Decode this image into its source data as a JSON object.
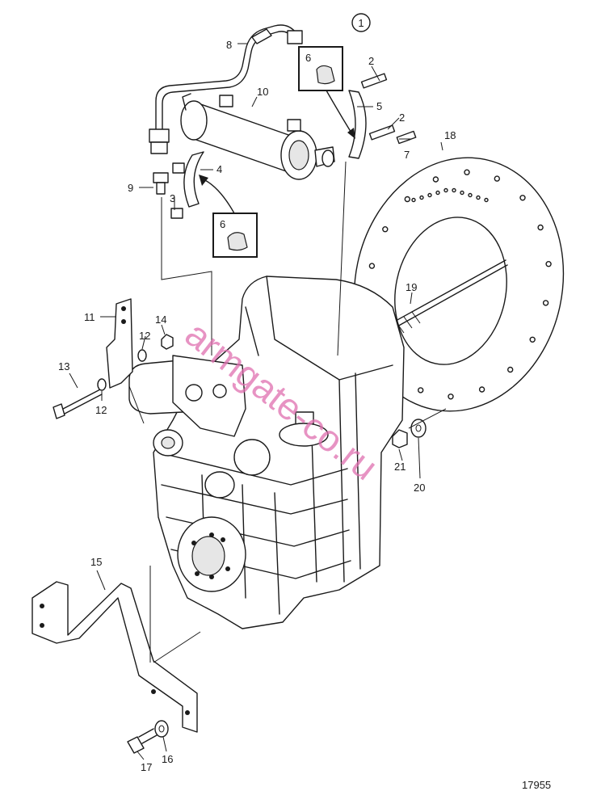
{
  "diagram": {
    "view_number": "1",
    "figure_id": "17955",
    "watermark": "armgate-co.ru",
    "callout_box_label": "6",
    "part_labels": [
      "2",
      "5",
      "2",
      "7",
      "10",
      "8",
      "9",
      "3",
      "4",
      "18",
      "19",
      "11",
      "14",
      "12",
      "13",
      "12",
      "21",
      "20",
      "15",
      "17",
      "16"
    ]
  }
}
